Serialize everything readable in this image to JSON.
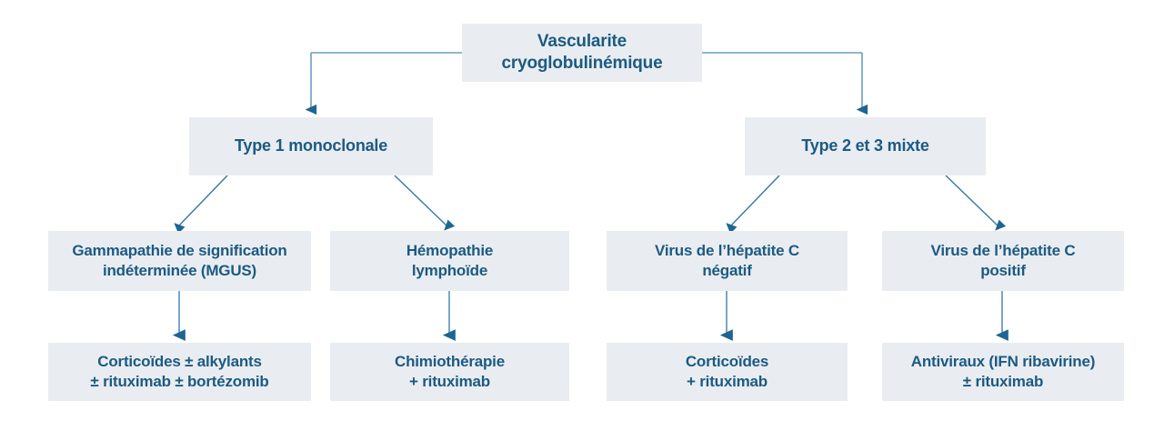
{
  "diagram": {
    "title": "Vascularite cryoglobulinémique",
    "colors": {
      "box_fill": "#e9edf1",
      "text": "#1c5a82",
      "connector": "#3a7ca5"
    },
    "nodes": {
      "root": {
        "label": "Vascularite\ncryoglobulinémique"
      },
      "type1": {
        "label": "Type 1 monoclonale"
      },
      "type23": {
        "label": "Type 2 et 3 mixte"
      },
      "mgus": {
        "label": "Gammapathie de signification\nindéterminée (MGUS)"
      },
      "hemopathie": {
        "label": "Hémopathie\nlymphoïde"
      },
      "vhc_neg": {
        "label": "Virus de l’hépatite C\nnégatif"
      },
      "vhc_pos": {
        "label": "Virus de l’hépatite C\npositif"
      },
      "tx_mgus": {
        "label": "Corticoïdes ± alkylants\n± rituximab ± bortézomib"
      },
      "tx_hemopathie": {
        "label": "Chimiothérapie\n+ rituximab"
      },
      "tx_vhc_neg": {
        "label": "Corticoïdes\n+ rituximab"
      },
      "tx_vhc_pos": {
        "label": "Antiviraux (IFN ribavirine)\n± rituximab"
      }
    }
  }
}
